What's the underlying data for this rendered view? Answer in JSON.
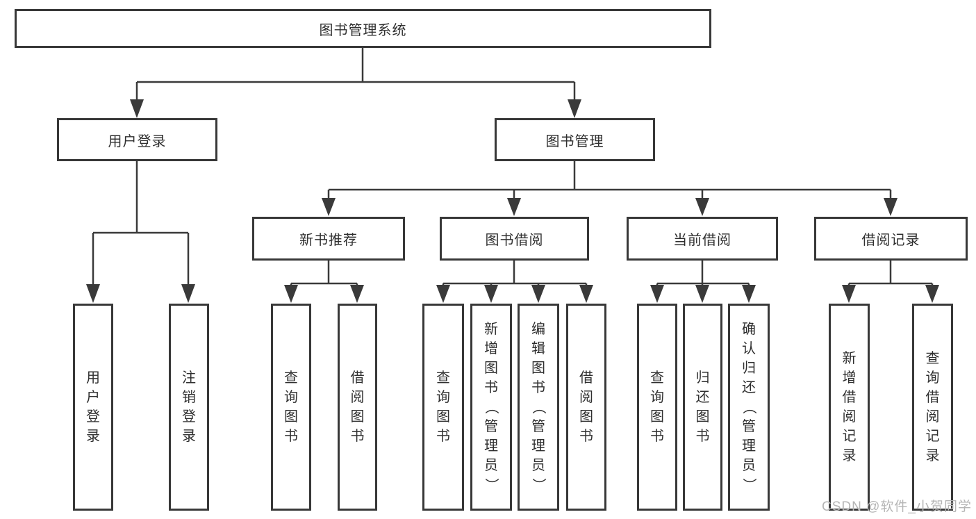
{
  "colors": {
    "line": "#3a3a3a",
    "box_border": "#383838",
    "text": "#2f2f2f",
    "watermark": "#b5b5b5",
    "background": "#ffffff"
  },
  "diagram": {
    "root_label": "图书管理系统",
    "branches": [
      {
        "label": "用户登录",
        "leaves": [
          "用户登录",
          "注销登录"
        ]
      },
      {
        "label": "图书管理",
        "groups": [
          {
            "label": "新书推荐",
            "leaves": [
              "查询图书",
              "借阅图书"
            ]
          },
          {
            "label": "图书借阅",
            "leaves": [
              "查询图书",
              "新增图书（管理员）",
              "编辑图书（管理员）",
              "借阅图书"
            ]
          },
          {
            "label": "当前借阅",
            "leaves": [
              "查询图书",
              "归还图书",
              "确认归还（管理员）"
            ]
          },
          {
            "label": "借阅记录",
            "leaves": [
              "新增借阅记录",
              "查询借阅记录"
            ]
          }
        ]
      }
    ]
  },
  "watermark": "CSDN @软件_小贺同学"
}
